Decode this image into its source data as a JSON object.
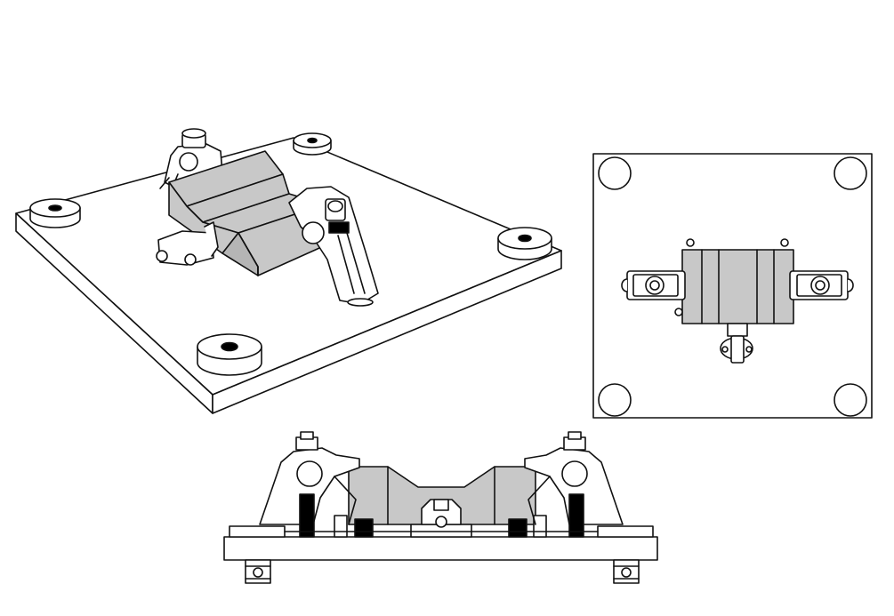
{
  "colors": {
    "line": "#111111",
    "part_fill": "#c8c8c8",
    "part_fill_dark": "#a9a9a9",
    "background": "#ffffff",
    "solid": "#000000"
  },
  "views": [
    {
      "id": "isometric-view",
      "kind": "isometric"
    },
    {
      "id": "top-view",
      "kind": "plan"
    },
    {
      "id": "front-view",
      "kind": "elevation"
    }
  ]
}
